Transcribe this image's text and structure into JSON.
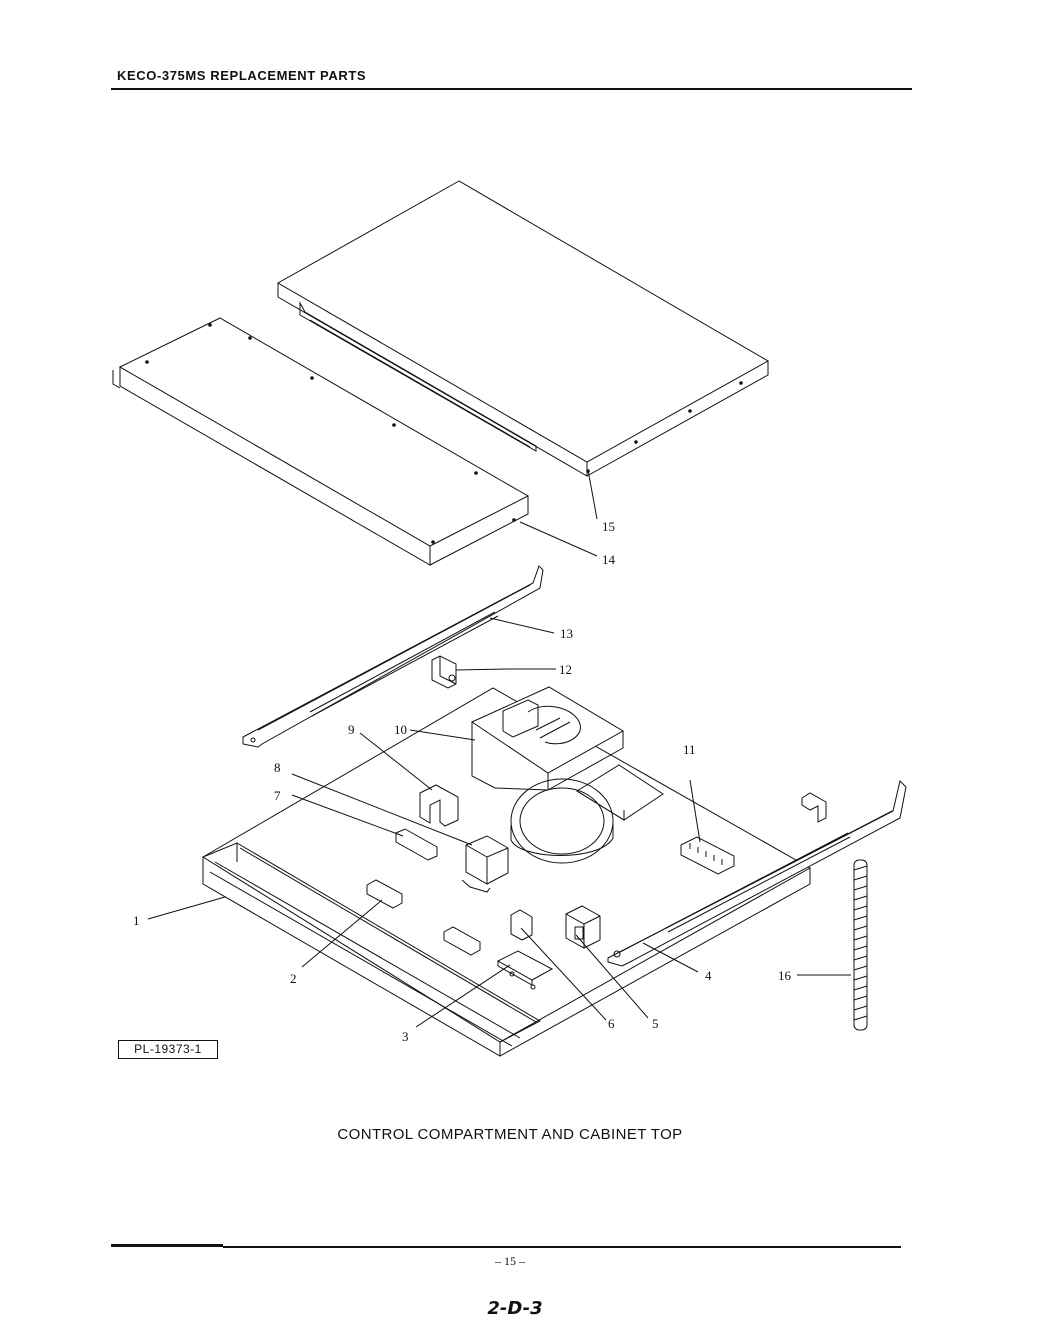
{
  "header": {
    "title": "KECO-375MS REPLACEMENT PARTS"
  },
  "diagram": {
    "callouts": [
      "1",
      "2",
      "3",
      "4",
      "5",
      "6",
      "7",
      "8",
      "9",
      "10",
      "11",
      "12",
      "13",
      "14",
      "15",
      "16"
    ],
    "reference_code": "PL-19373-1",
    "caption": "CONTROL COMPARTMENT AND CABINET TOP"
  },
  "footer": {
    "page_number": "– 15 –",
    "section_code": "2-D-3"
  }
}
